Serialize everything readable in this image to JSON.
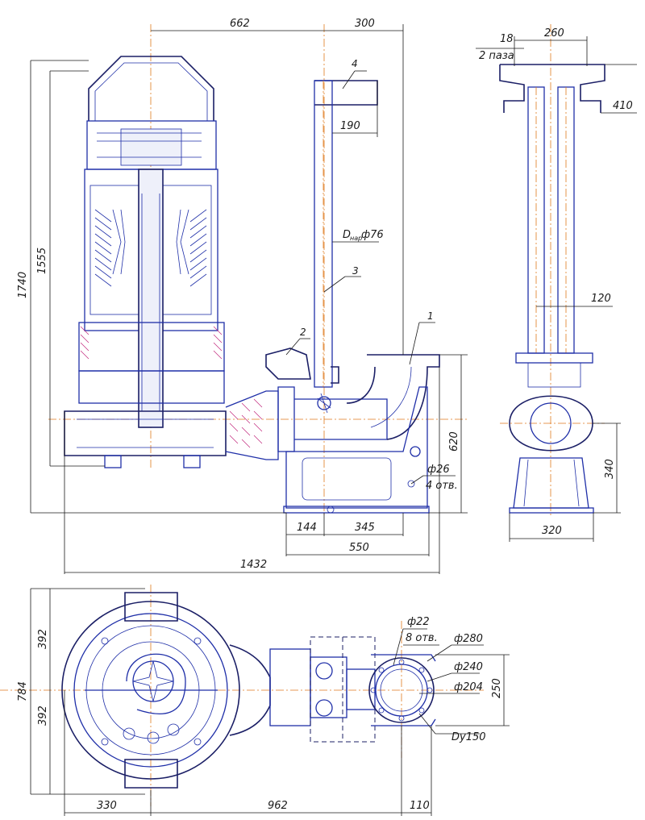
{
  "drawing": {
    "front_view": {
      "dim_top_width": "662",
      "dim_top_offset": "300",
      "dim_guide_width": "190",
      "dim_pipe_label": "D",
      "dim_pipe_sub": "нар",
      "dim_pipe_value": "ф76",
      "dim_total_height": "1740",
      "dim_motor_height": "1555",
      "dim_outlet_height": "620",
      "dim_holes": "ф26",
      "dim_holes_count": "4 отв.",
      "dim_base_left": "144",
      "dim_base_right": "345",
      "dim_base_total": "550",
      "dim_overall_length": "1432",
      "callouts": [
        "1",
        "2",
        "3",
        "4"
      ]
    },
    "side_view": {
      "dim_slot": "18",
      "dim_slot_count": "2 паза",
      "dim_top_width": "260",
      "dim_top_height": "410",
      "dim_rails": "120",
      "dim_outlet_height": "340",
      "dim_base_width": "320"
    },
    "plan_view": {
      "dim_upper_half": "392",
      "dim_lower_half": "392",
      "dim_total_width": "784",
      "dim_left": "330",
      "dim_centers": "962",
      "dim_right": "110",
      "dim_bolt_holes": "ф22",
      "dim_bolt_holes_count": "8 отв.",
      "dim_flange_outer": "ф280",
      "dim_bolt_circle": "ф240",
      "dim_flange_inner": "ф204",
      "dim_flange_height": "250",
      "dim_nominal": "Dy150"
    }
  }
}
